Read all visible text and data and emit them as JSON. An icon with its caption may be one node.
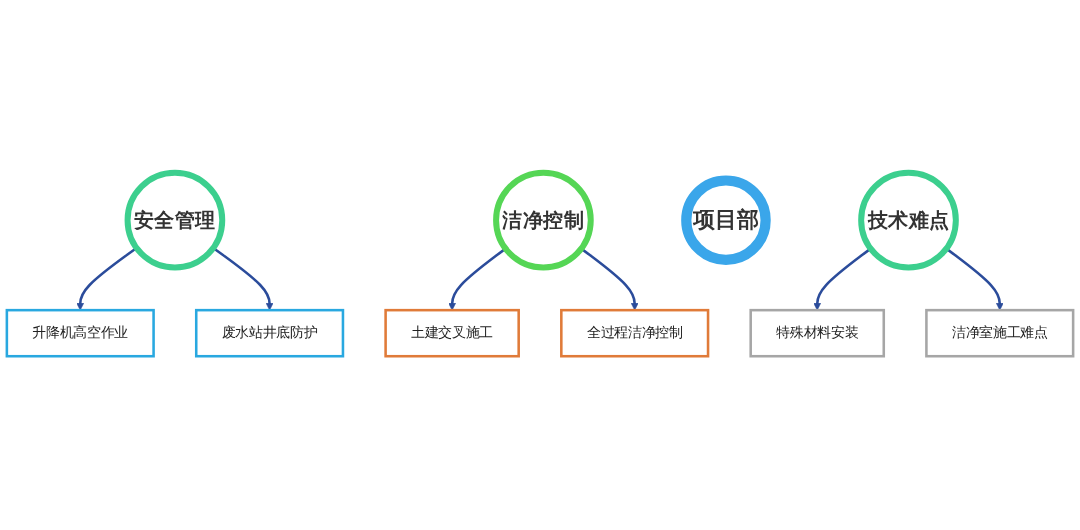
{
  "diagram": {
    "nodes": [
      {
        "text": [
          "升降机高空作业"
        ]
      },
      {
        "text": [
          "废水站井底防护"
        ]
      },
      {
        "text": [
          "安全管理"
        ]
      },
      {
        "text": [
          "土建交叉施工"
        ]
      },
      {
        "text": [
          "全过程洁净控制"
        ]
      },
      {
        "text": [
          "洁净控制"
        ]
      },
      {
        "text": [
          "项目部"
        ]
      },
      {
        "text": [
          "技术难点"
        ]
      },
      {
        "text": [
          "特殊材料安装"
        ]
      },
      {
        "text": [
          "洁净室施工难点"
        ]
      }
    ],
    "edges": [
      {
        "from": 2,
        "to": 0,
        "arrow": "to"
      },
      {
        "from": 2,
        "to": 1,
        "arrow": "to"
      },
      {
        "from": 5,
        "to": 3,
        "arrow": "to"
      },
      {
        "from": 5,
        "to": 4,
        "arrow": "to"
      },
      {
        "from": 7,
        "to": 8,
        "arrow": "to"
      },
      {
        "from": 7,
        "to": 9,
        "arrow": "to"
      }
    ]
  }
}
